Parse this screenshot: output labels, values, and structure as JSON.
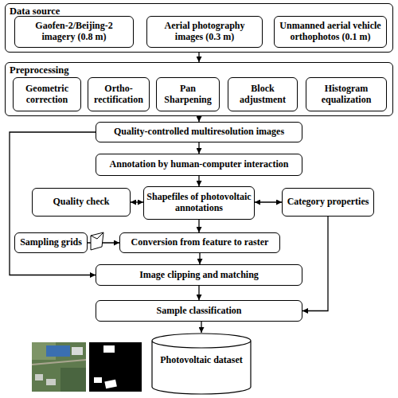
{
  "diagram": {
    "nodes": [
      {
        "text": [
          "Data source"
        ]
      },
      {
        "text": [
          "Gaofen-2/Beijing-2 imagery (0.8 m)"
        ],
        "in": 0
      },
      {
        "text": [
          "Aerial photography images (0.3 m)"
        ],
        "in": 0
      },
      {
        "text": [
          "Unmanned aerial vehicle orthophotos (0.1 m)"
        ],
        "in": 0
      },
      {
        "text": [
          "Preprocessing"
        ]
      },
      {
        "text": [
          "Geometric correction"
        ],
        "in": 4
      },
      {
        "text": [
          "Ortho-rectification"
        ],
        "in": 4
      },
      {
        "text": [
          "Pan Sharpening"
        ],
        "in": 4
      },
      {
        "text": [
          "Block adjustment"
        ],
        "in": 4
      },
      {
        "text": [
          "Histogram equalization"
        ],
        "in": 4
      },
      {
        "text": [
          "Quality-controlled multiresolution images"
        ]
      },
      {
        "text": [
          "Annotation by human-computer interaction"
        ]
      },
      {
        "text": [
          "Quality check"
        ]
      },
      {
        "text": [
          "Shapefiles of photovoltaic annotations"
        ]
      },
      {
        "text": [
          "Category properties"
        ]
      },
      {
        "text": [
          "Sampling grids"
        ]
      },
      {
        "text": [
          "Conversion from feature to raster"
        ]
      },
      {
        "text": [
          "Image clipping and matching"
        ]
      },
      {
        "text": [
          "Sample classification"
        ]
      },
      {
        "text": [
          "Photovoltaic dataset"
        ]
      }
    ],
    "edges": [
      {
        "from": 0,
        "to": 4,
        "arrow": "to"
      },
      {
        "from": 4,
        "to": 10,
        "arrow": "to"
      },
      {
        "from": 10,
        "to": 11,
        "arrow": "to"
      },
      {
        "from": 11,
        "to": 13,
        "arrow": "to"
      },
      {
        "from": 12,
        "to": 13,
        "arrow": "both"
      },
      {
        "from": 13,
        "to": 14,
        "arrow": "both"
      },
      {
        "from": 13,
        "to": 16,
        "arrow": "to"
      },
      {
        "from": 15,
        "to": 16,
        "arrow": "to"
      },
      {
        "from": 16,
        "to": 17,
        "arrow": "to"
      },
      {
        "from": 10,
        "to": 17,
        "arrow": "to"
      },
      {
        "from": 17,
        "to": 18,
        "arrow": "to"
      },
      {
        "from": 14,
        "to": 18,
        "arrow": "to"
      },
      {
        "from": 18,
        "to": 19,
        "arrow": "to"
      }
    ]
  }
}
